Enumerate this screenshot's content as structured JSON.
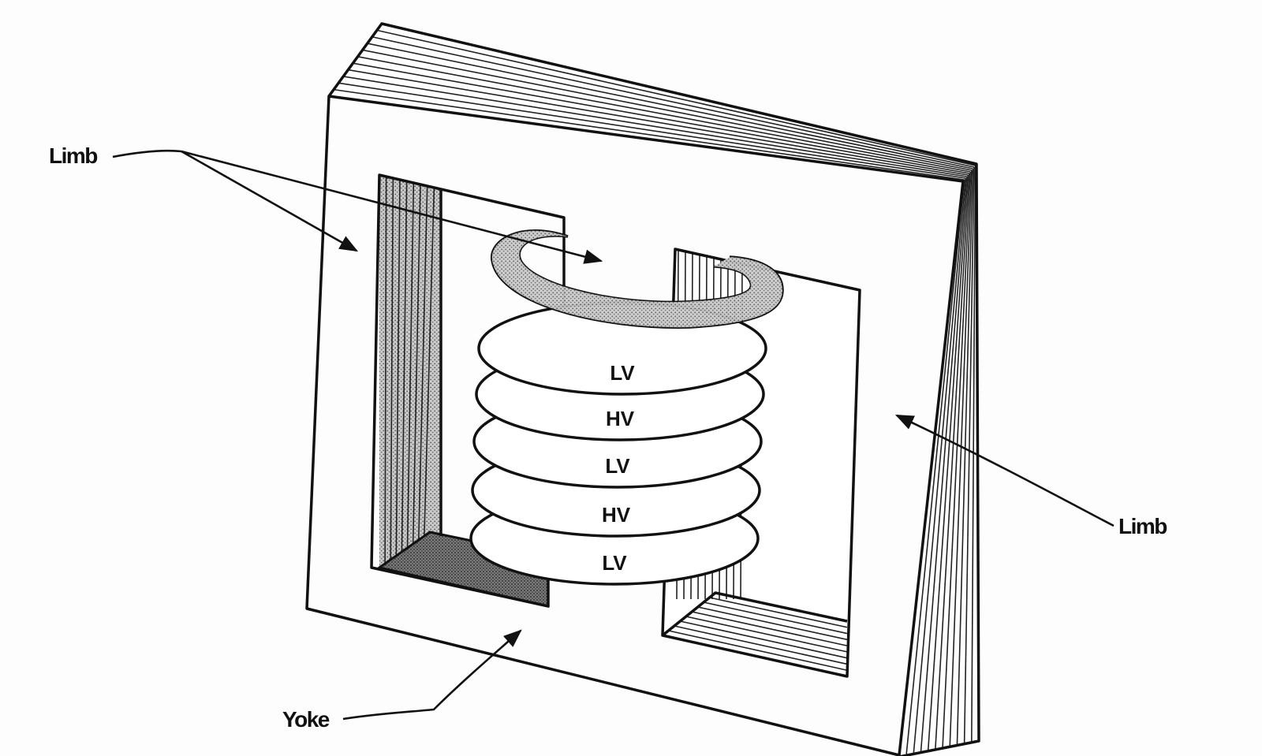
{
  "labels": {
    "limb_left": "Limb",
    "limb_right": "Limb",
    "yoke": "Yoke"
  },
  "windings": [
    "LV",
    "HV",
    "LV",
    "HV",
    "LV"
  ],
  "colors": {
    "ink": "#111111",
    "background": "#fdfdfd",
    "stipple": "#9a9a9a"
  }
}
